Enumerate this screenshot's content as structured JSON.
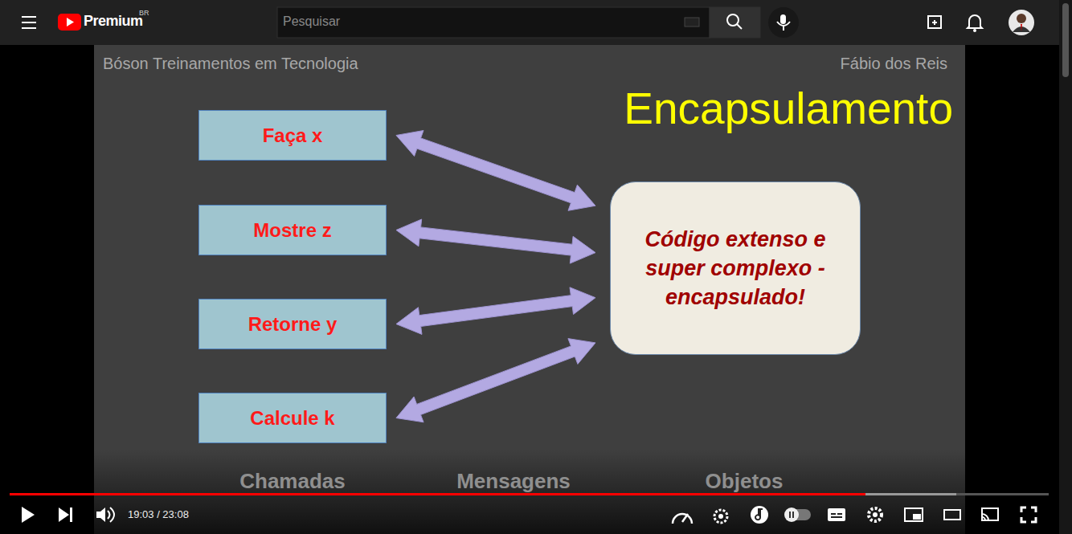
{
  "diagram": {
    "title": "Encapsulamento",
    "nodes": [
      {
        "text": [
          "Faça x"
        ]
      },
      {
        "text": [
          "Mostre z"
        ]
      },
      {
        "text": [
          "Retorne y"
        ]
      },
      {
        "text": [
          "Calcule k"
        ]
      },
      {
        "text": [
          "Código extenso e super complexo - encapsulado!"
        ]
      }
    ],
    "edges": [
      {
        "from": 0,
        "to": 4,
        "arrow": "both"
      },
      {
        "from": 1,
        "to": 4,
        "arrow": "both"
      },
      {
        "from": 2,
        "to": 4,
        "arrow": "both"
      },
      {
        "from": 3,
        "to": 4,
        "arrow": "both"
      }
    ],
    "labels": [
      "Premium",
      "BR",
      "Pesquisar",
      "Bóson Treinamentos em Tecnologia",
      "Fábio dos Reis",
      "Chamadas",
      "Mensagens",
      "Objetos",
      "19:03 / 23:08"
    ]
  }
}
